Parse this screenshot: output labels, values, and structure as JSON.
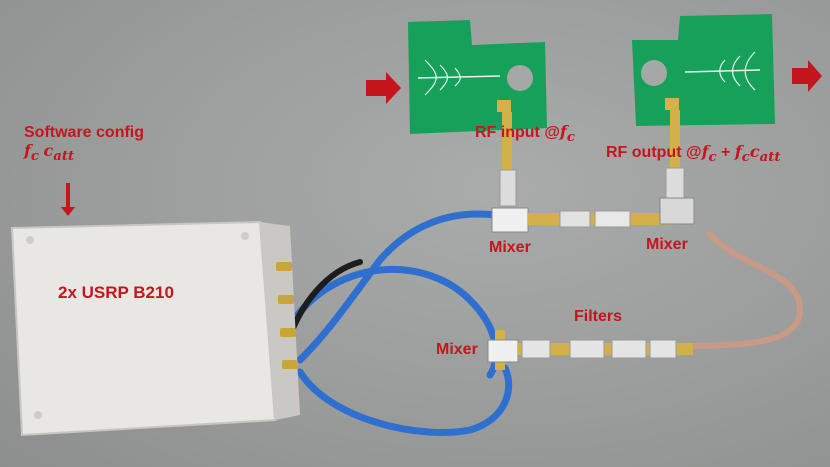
{
  "labels": {
    "software_config": "Software config",
    "f_c": "f",
    "f_c_sub": "c",
    "c_att": "c",
    "c_att_sub": "att",
    "usrp": "2x USRP B210",
    "rf_input": "RF input @",
    "rf_output": "RF output @",
    "plus": " + ",
    "mixer": "Mixer",
    "filters": "Filters"
  },
  "colors": {
    "annotation": "#c4161c",
    "pcb": "#17a05a",
    "cable_blue": "#2f6fd0",
    "cable_copper": "#c99a86",
    "chassis": "#e6e5e2"
  }
}
